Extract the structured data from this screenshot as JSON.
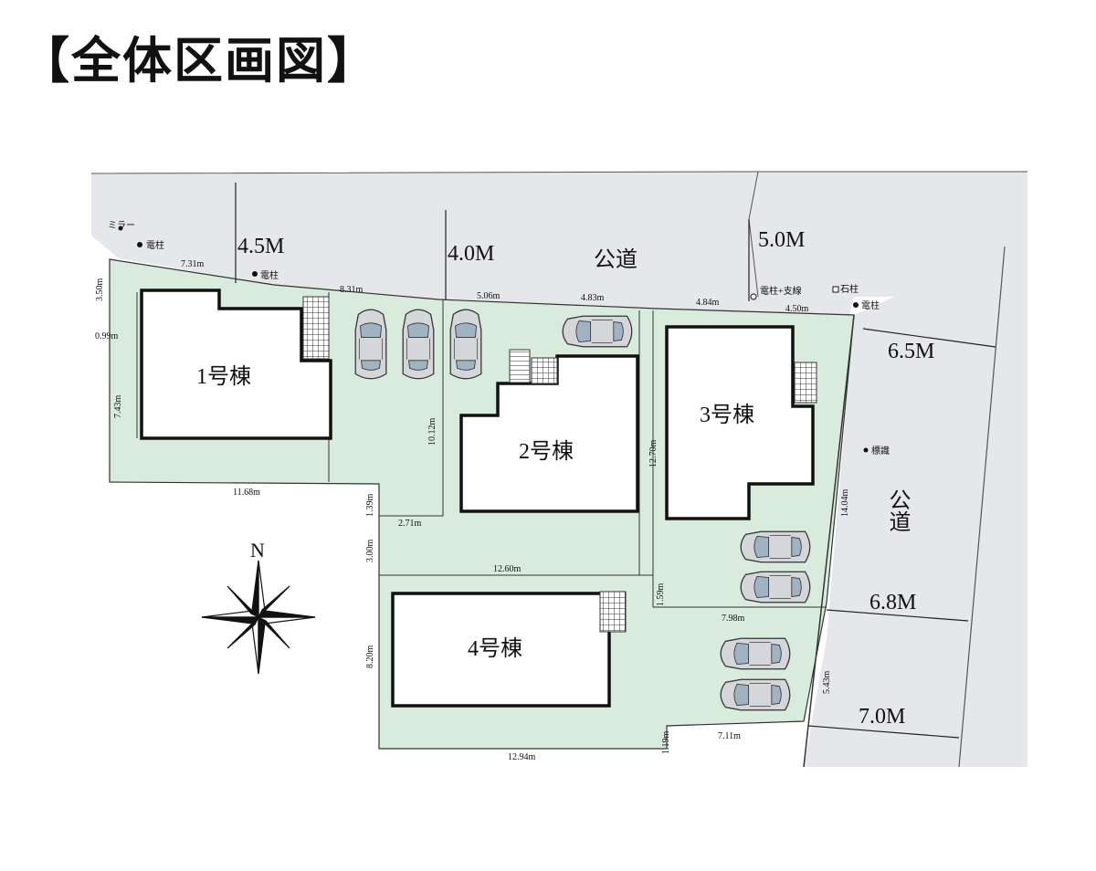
{
  "title": "【全体区画図】",
  "colors": {
    "lot": "#d9ebdd",
    "road": "#e6e7ea",
    "outline": "#111111",
    "car_body": "#d4d6d9",
    "car_glass": "#9fb3c2"
  },
  "roads": {
    "north_name": "公道",
    "east_name": "公道",
    "widths": [
      "4.5M",
      "4.0M",
      "5.0M",
      "6.5M",
      "6.8M",
      "7.0M"
    ]
  },
  "buildings": [
    "1号棟",
    "2号棟",
    "3号棟",
    "4号棟"
  ],
  "notes": {
    "mirror": "ミラー",
    "pole1": "電柱",
    "pole2": "電柱",
    "pole_guy": "電柱+支線",
    "stone_post": "石柱",
    "pole3": "電柱",
    "sign": "標識"
  },
  "dimensions": [
    "3.50m",
    "7.31m",
    "8.31m",
    "5.06m",
    "4.83m",
    "4.84m",
    "4.50m",
    "0.99m",
    "7.43m",
    "10.12m",
    "12.70m",
    "14.04m",
    "11.68m",
    "1.39m",
    "2.71m",
    "3.00m",
    "12.60m",
    "1.59m",
    "7.98m",
    "8.20m",
    "5.43m",
    "7.11m",
    "1.19m",
    "12.94m"
  ],
  "compass": {
    "north": "N"
  }
}
